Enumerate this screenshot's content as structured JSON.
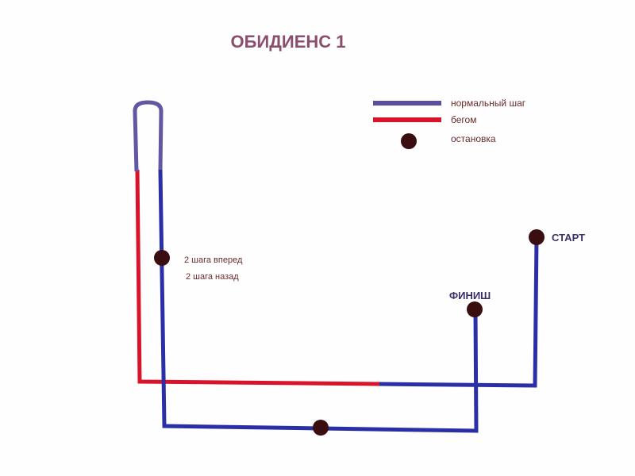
{
  "title": "ОБИДИЕНС 1",
  "legend": {
    "walk": "нормальный шаг",
    "run": "бегом",
    "stop": "остановка"
  },
  "points": {
    "start": "СТАРТ",
    "finish": "ФИНИШ"
  },
  "stop_note": {
    "line1": "2 шага вперед",
    "line2": "2 шага назад"
  },
  "colors": {
    "walk_dark": "#2b2fa6",
    "walk_legend": "#5a4ea0",
    "walk_purple": "#6257a3",
    "run": "#d9142a",
    "stop": "#3a0d10",
    "title": "#8a4f6e",
    "text": "#6a2a2a",
    "endpoint": "#3a2f6a"
  }
}
